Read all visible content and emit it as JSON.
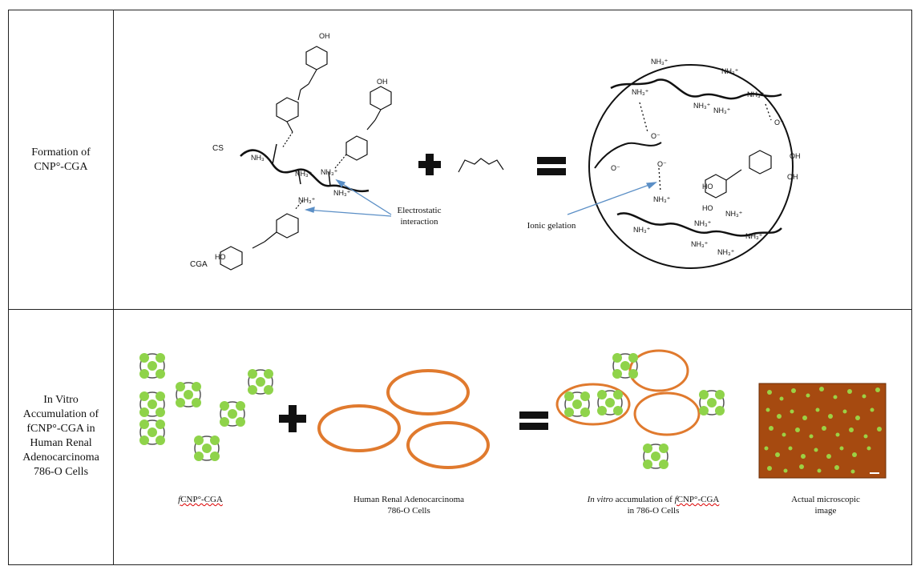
{
  "row1": {
    "label_lines": [
      "Formation of",
      "CNP°-CGA"
    ],
    "cs_label": "CS",
    "cga_label": "CGA",
    "electrostatic_lines": [
      "Electrostatic",
      "interaction"
    ],
    "ionic_label": "Ionic gelation",
    "groups": {
      "nh3": "NH₃⁺",
      "oh": "OH",
      "ho": "HO",
      "o_minus": "O⁻",
      "o": "O"
    }
  },
  "row2": {
    "label_lines": [
      "In Vitro",
      "Accumulation of",
      "fCNP°-CGA in",
      "Human Renal",
      "Adenocarcinoma",
      "786-O Cells"
    ],
    "caption_np_italic": "f",
    "caption_np_rest": "CNP°-CGA",
    "caption_cells_lines": [
      "Human Renal Adenocarcinoma",
      "786-O Cells"
    ],
    "caption_accum_italic": "In vitro",
    "caption_accum_mid": " accumulation of ",
    "caption_accum_f": "f",
    "caption_accum_rest": "CNP°-CGA",
    "caption_accum_line2": "in 786-O Cells",
    "caption_micro_lines": [
      "Actual microscopic",
      "image"
    ]
  },
  "colors": {
    "green": "#8fd34a",
    "orange": "#e07a2e",
    "arrow": "#5b8fc6",
    "micro_bg": "#a64a10"
  }
}
